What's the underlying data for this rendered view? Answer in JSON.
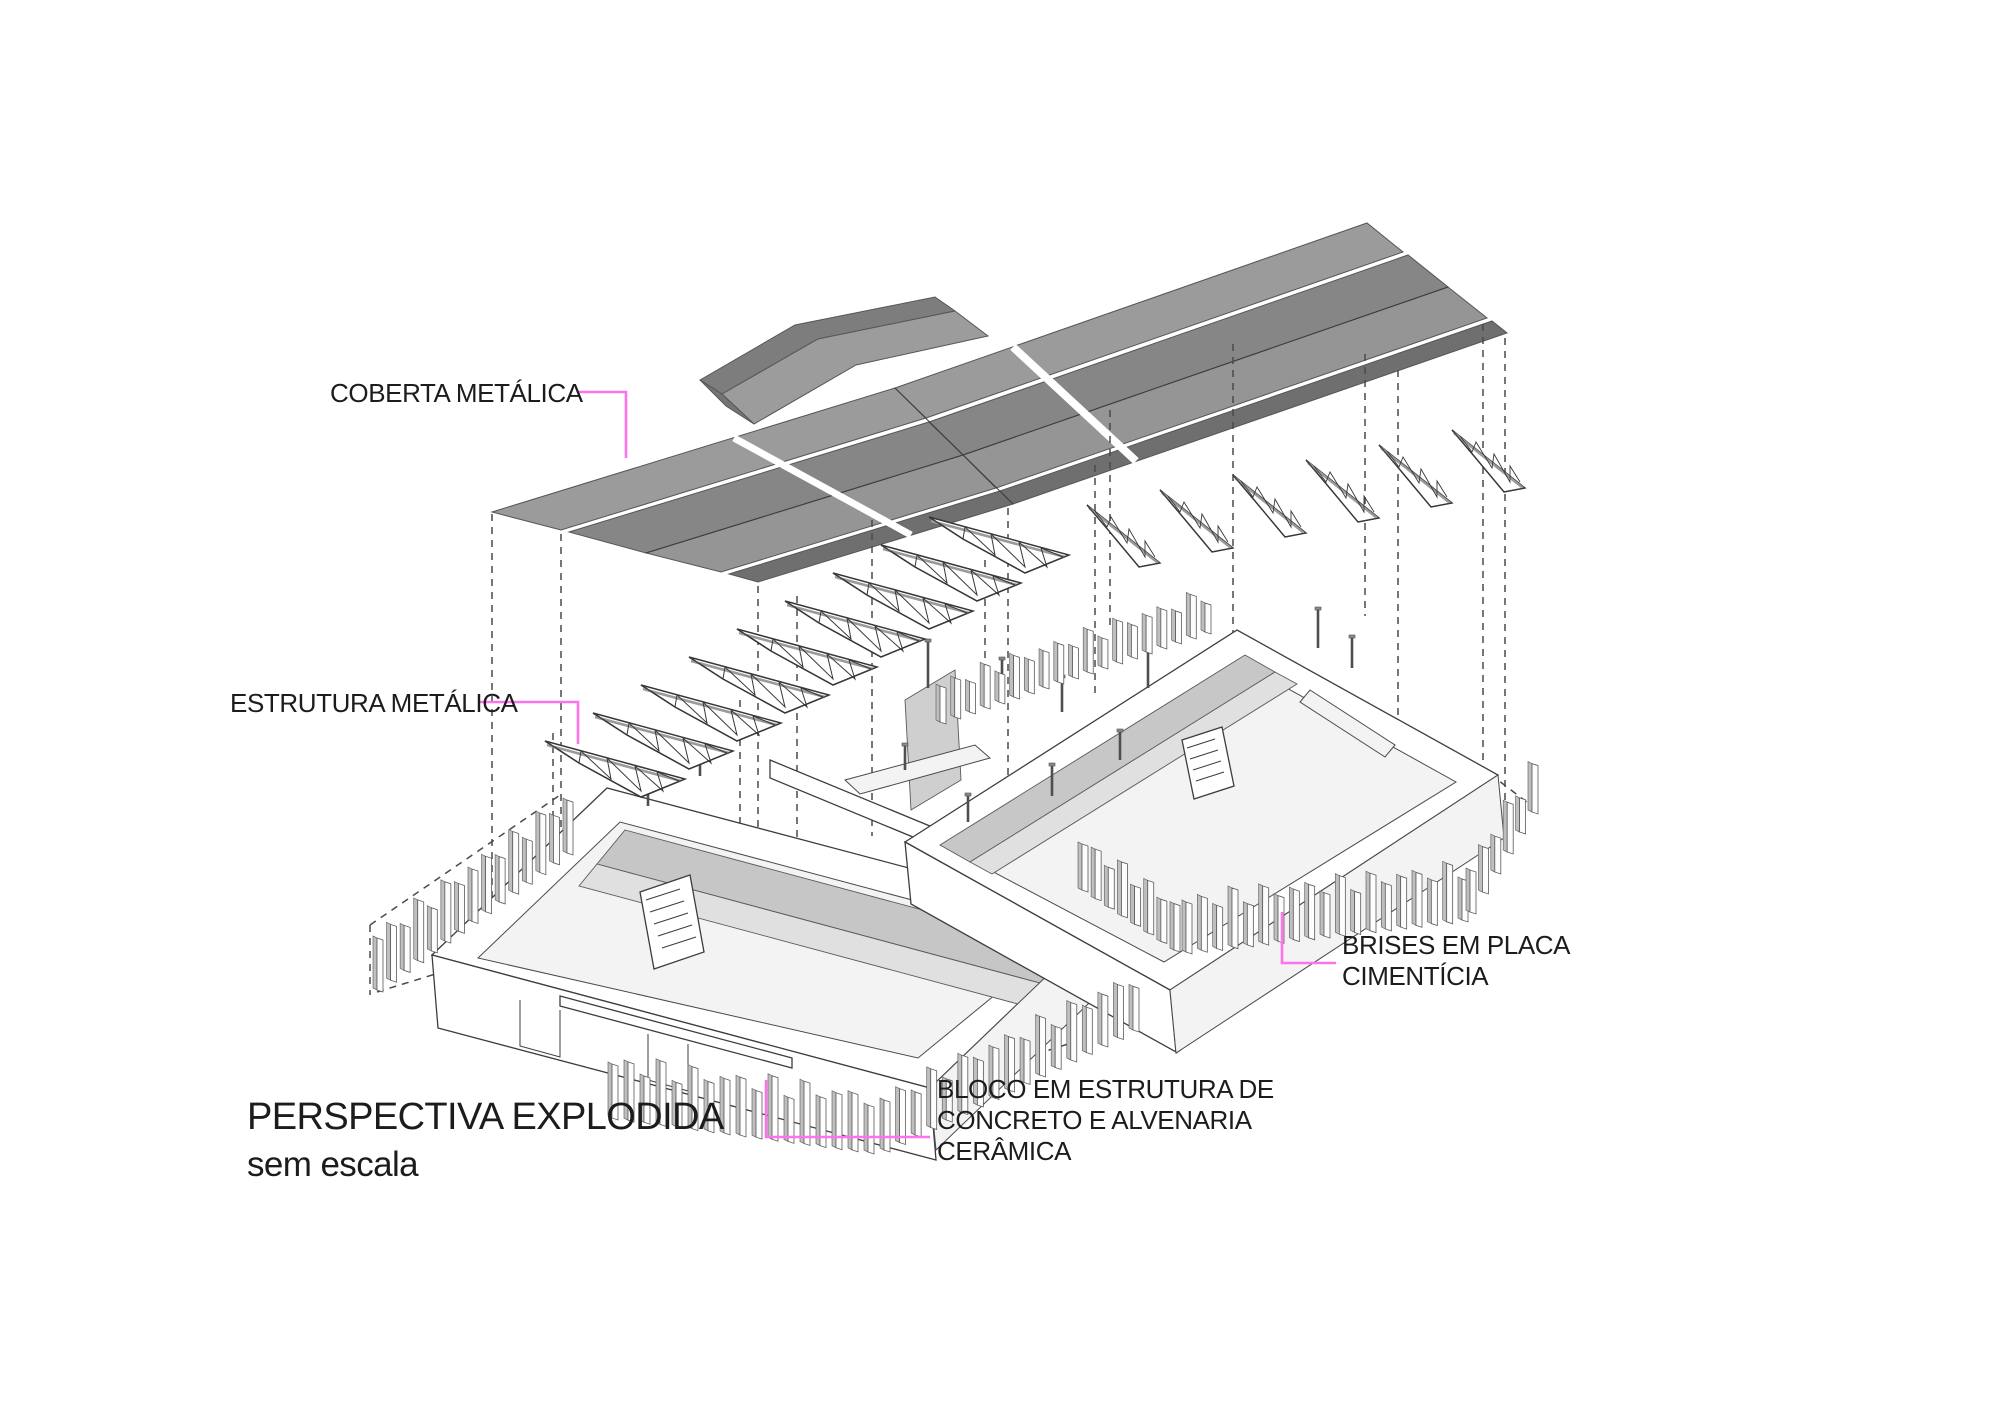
{
  "title": {
    "text": "PERSPECTIVA EXPLODIDA",
    "subtitle": "sem escala"
  },
  "labels": {
    "coberta": {
      "text": "COBERTA METÁLICA"
    },
    "estrutura": {
      "text": "ESTRUTURA METÁLICA"
    },
    "brises": {
      "line1": "BRISES EM PLACA",
      "line2": "CIMENTÍCIA"
    },
    "bloco": {
      "line1": "BLOCO EM ESTRUTURA DE",
      "line2": "CONCRETO E ALVENARIA",
      "line3": "CERÂMICA"
    }
  },
  "colors": {
    "leader_pink": "#fb74ea",
    "text": "#1c1c1c",
    "roof_light_gray": "#9b9b9b",
    "roof_mid_gray": "#868686",
    "roof_dark_gray": "#6f6f6f",
    "drawing_line": "#4a4a4a",
    "background": "#ffffff"
  },
  "diagram": {
    "type": "exploded axonometric architectural diagram",
    "components": [
      "metal roof cover",
      "metal trusses",
      "cement-board brise rows",
      "concrete and ceramic masonry blocks"
    ]
  }
}
